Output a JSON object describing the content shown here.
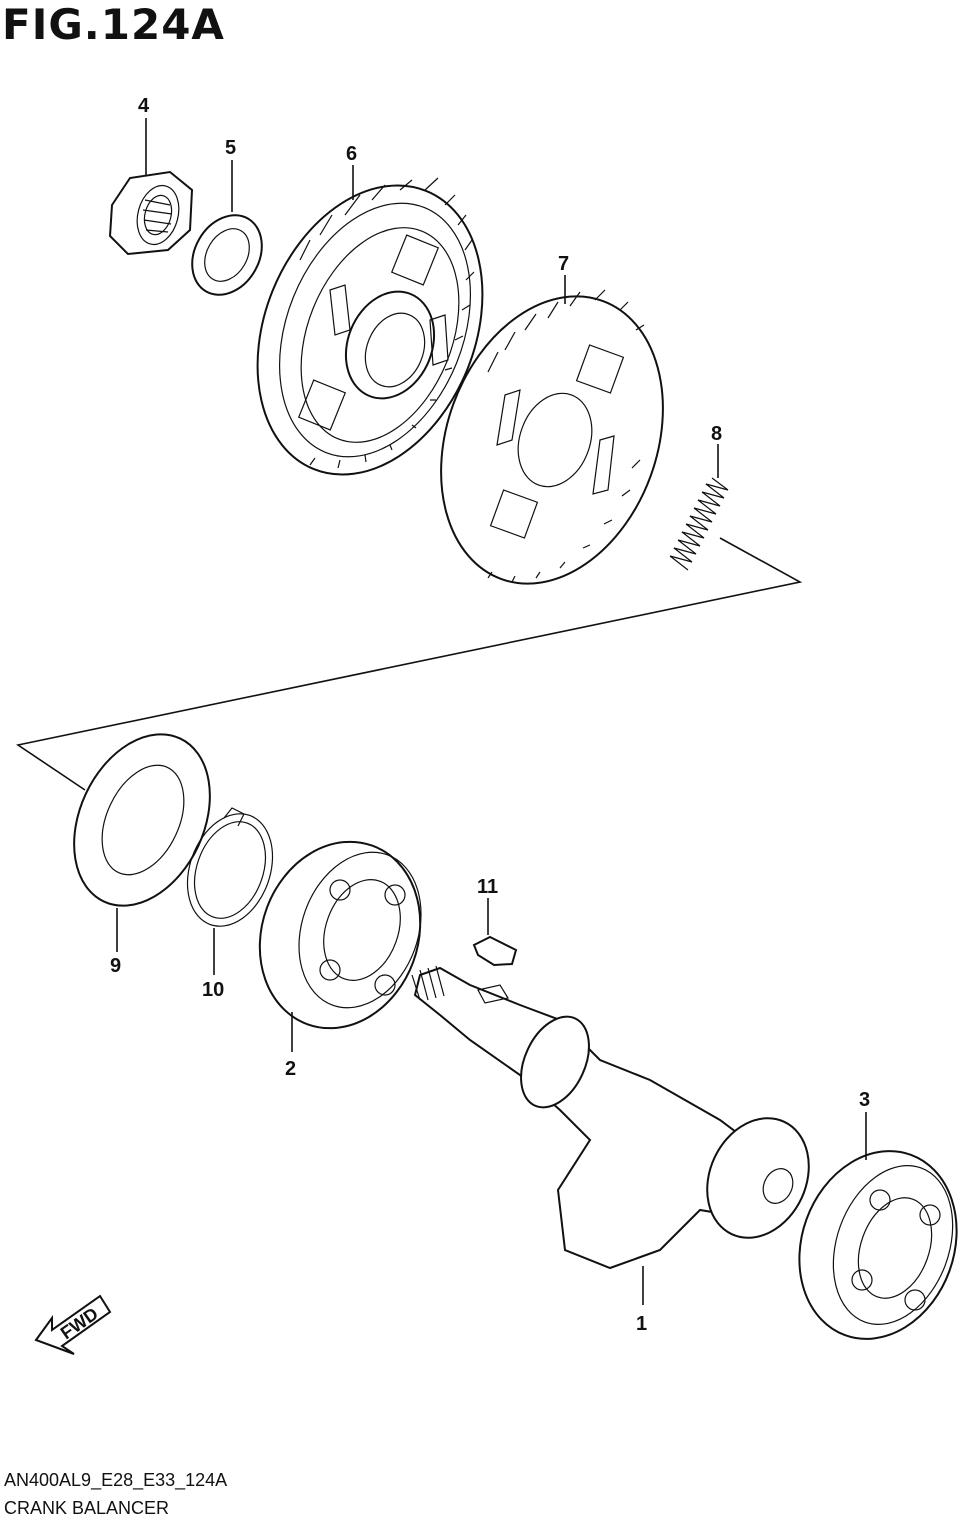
{
  "figure": {
    "title": "FIG.124A",
    "code": "AN400AL9_E28_E33_124A",
    "name": "CRANK BALANCER"
  },
  "callouts": [
    {
      "id": "4",
      "label": "4"
    },
    {
      "id": "5",
      "label": "5"
    },
    {
      "id": "6",
      "label": "6"
    },
    {
      "id": "7",
      "label": "7"
    },
    {
      "id": "8",
      "label": "8"
    },
    {
      "id": "9",
      "label": "9"
    },
    {
      "id": "10",
      "label": "10"
    },
    {
      "id": "11",
      "label": "11"
    },
    {
      "id": "2",
      "label": "2"
    },
    {
      "id": "3",
      "label": "3"
    },
    {
      "id": "1",
      "label": "1"
    }
  ],
  "fwd": {
    "label": "FWD"
  },
  "colors": {
    "line": "#111111",
    "background": "#ffffff"
  }
}
